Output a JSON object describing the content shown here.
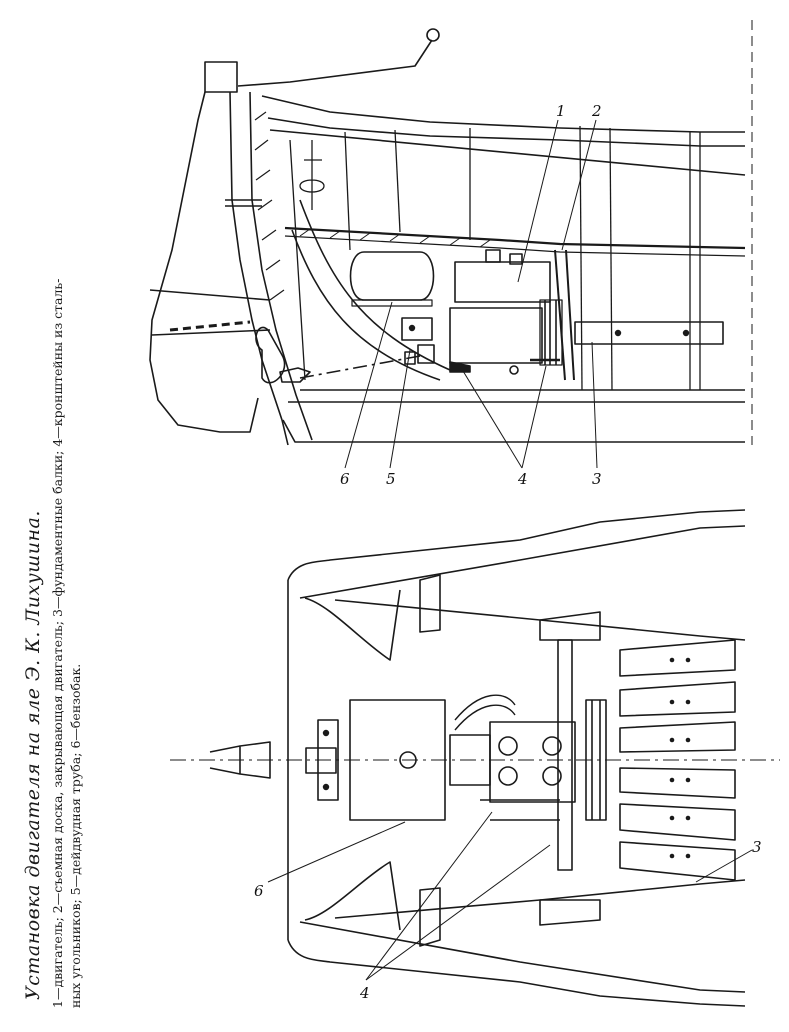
{
  "caption": {
    "title": "Установка двигателя на яле Э. К. Лихушина.",
    "line1": "1—двигатель; 2—съемная доска, закрывающая двигатель; 3—фундаментные балки; 4—кронштейны из сталь-",
    "line2": "ных угольников; 5—дейдвудная труба; 6—бензобак."
  },
  "callouts": {
    "side": {
      "n1": "1",
      "n2": "2",
      "n3": "3",
      "n4": "4",
      "n5": "5",
      "n6": "6"
    },
    "plan": {
      "n3": "3",
      "n4": "4",
      "n6": "6"
    }
  }
}
